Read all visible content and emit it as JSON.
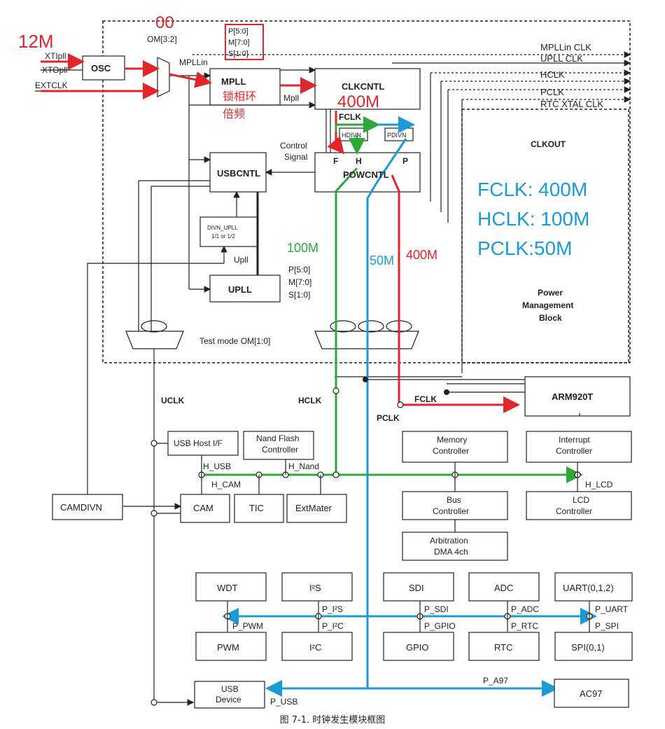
{
  "caption": "图 7-1. 时钟发生模块框图",
  "annotations": {
    "osc_freq": "12M",
    "om_setting": "00",
    "mpll_note_1": "锁相环",
    "mpll_note_2": "倍频",
    "clk_400m": "400M",
    "summary_fclk": "FCLK: 400M",
    "summary_hclk": "HCLK: 100M",
    "summary_pclk": "PCLK:50M",
    "hclk_freq": "100M",
    "pclk_freq": "50M",
    "fclk_freq": "400M"
  },
  "inputs": {
    "xtipll": "XTIpll",
    "xtopll": "XTOpll",
    "extclk": "EXTCLK",
    "om32": "OM[3:2]",
    "mpllin": "MPLLin"
  },
  "pms_top": {
    "p": "P[5:0]",
    "m": "M[7:0]",
    "s": "S[1:0]"
  },
  "pms_bottom": {
    "p": "P[5:0]",
    "m": "M[7:0]",
    "s": "S[1:0]"
  },
  "blocks": {
    "osc": "OSC",
    "mpll": "MPLL",
    "clkcntl": "CLKCNTL",
    "fclk_inner": "FCLK",
    "hdivn": "HDIVN",
    "pdivn": "PDIVN",
    "powcntl": "POWCNTL",
    "pow_f": "F",
    "pow_h": "H",
    "pow_p": "P",
    "usbcntl": "USBCNTL",
    "divn_upll_1": "DIVN_UPLL",
    "divn_upll_2": "1/1 or 1/2",
    "upll": "UPLL",
    "upll_label": "Upll",
    "mpll_label": "Mpll",
    "control_1": "Control",
    "control_2": "Signal",
    "clkout": "CLKOUT",
    "pmb_1": "Power",
    "pmb_2": "Management",
    "pmb_3": "Block",
    "test_mode": "Test mode OM[1:0]",
    "arm": "ARM920T",
    "camdivn": "CAMDIVN",
    "usb_host": "USB Host I/F",
    "nand_1": "Nand Flash",
    "nand_2": "Controller",
    "cam": "CAM",
    "tic": "TIC",
    "extmater": "ExtMater",
    "mem_1": "Memory",
    "mem_2": "Controller",
    "bus_1": "Bus",
    "bus_2": "Controller",
    "arb_1": "Arbitration",
    "arb_2": "DMA 4ch",
    "int_1": "Interrupt",
    "int_2": "Controller",
    "lcd_1": "LCD",
    "lcd_2": "Controller",
    "wdt": "WDT",
    "i2s": "I²S",
    "sdi": "SDI",
    "adc": "ADC",
    "uart": "UART(0,1,2)",
    "pwm": "PWM",
    "i2c": "I²C",
    "gpio": "GPIO",
    "rtc": "RTC",
    "spi": "SPI(0,1)",
    "usb_dev_1": "USB",
    "usb_dev_2": "Device",
    "ac97": "AC97"
  },
  "outputs": [
    "MPLLin CLK",
    "UPLL CLK",
    "HCLK",
    "PCLK",
    "RTC XTAL CLK"
  ],
  "bus_labels": {
    "uclk": "UCLK",
    "hclk": "HCLK",
    "pclk": "PCLK",
    "fclk": "FCLK",
    "h_usb": "H_USB",
    "h_nand": "H_Nand",
    "h_cam": "H_CAM",
    "h_lcd": "H_LCD",
    "p_i2s": "P_I²S",
    "p_sdi": "P_SDI",
    "p_adc": "P_ADC",
    "p_uart": "P_UART",
    "p_pwm": "P_PWM",
    "p_i2c": "P_I²C",
    "p_gpio": "P_GPIO",
    "p_rtc": "P_RTC",
    "p_spi": "P_SPI",
    "p_usb": "P_USB",
    "p_a97": "P_A97"
  },
  "colors": {
    "red": "#e0262b",
    "green": "#2ea836",
    "blue": "#1a9ad6",
    "black": "#222222"
  }
}
